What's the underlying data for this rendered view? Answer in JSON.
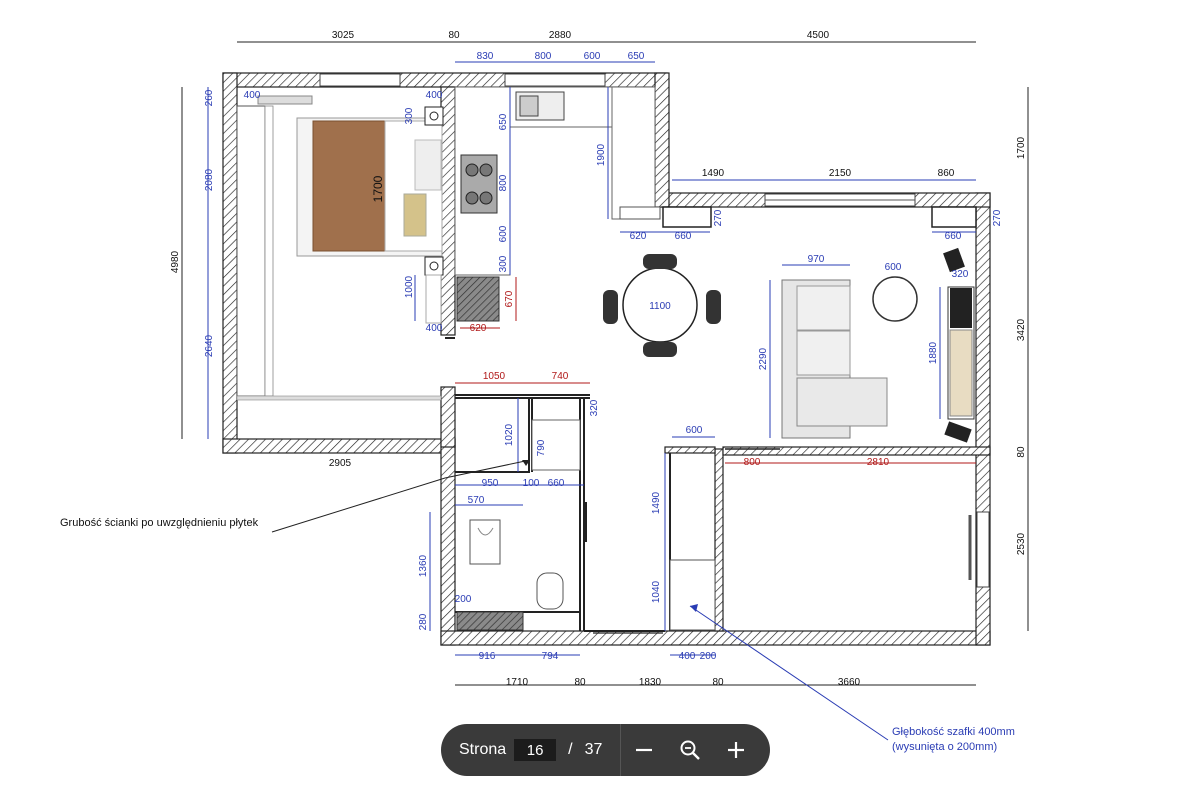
{
  "toolbar": {
    "page_label": "Strona",
    "page_current": "16",
    "separator": "/",
    "page_total": "37"
  },
  "annotations": {
    "wall_note": "Grubość ścianki po uwzględnieniu płytek",
    "cabinet_note_1": "Głębokość szafki 400mm",
    "cabinet_note_2": "(wysunięta o 200mm)"
  },
  "dims": {
    "top_3025": "3025",
    "top_80a": "80",
    "top_2880": "2880",
    "top_4500": "4500",
    "k_830": "830",
    "k_800": "800",
    "k_600": "600",
    "k_650": "650",
    "b_260": "260",
    "b_400a": "400",
    "b_400b": "400",
    "b_300a": "300",
    "b_1700": "1700",
    "b_2080": "2080",
    "b_4980": "4980",
    "k_650v": "650",
    "k_800v": "800",
    "k_600v": "600",
    "k_300v": "300",
    "k_1900": "1900",
    "r_1700": "1700",
    "w_1490": "1490",
    "w_2150": "2150",
    "w_860": "860",
    "c_270a": "270",
    "c_270b": "270",
    "c_620a": "620",
    "c_660a": "660",
    "c_660b": "660",
    "t_970": "970",
    "t_600": "600",
    "t_320": "320",
    "t_1100": "1100",
    "b_1000": "1000",
    "b_400c": "400",
    "k_670": "670",
    "k_620b": "620",
    "b_2640": "2640",
    "s_2290": "2290",
    "s_1880": "1880",
    "r_3420": "3420",
    "h_1050": "1050",
    "h_740": "740",
    "h_320": "320",
    "h_1020": "1020",
    "h_790": "790",
    "h_600": "600",
    "b_2905": "2905",
    "r_80": "80",
    "r_800": "800",
    "r_2810": "2810",
    "bt_950": "950",
    "bt_100": "100",
    "bt_660": "660",
    "bt_570": "570",
    "h_1490": "1490",
    "r_2530": "2530",
    "bt_1360": "1360",
    "h_1040": "1040",
    "bt_200": "200",
    "bt_280": "280",
    "bt_916": "916",
    "bt_794": "794",
    "h_400": "400",
    "h_200": "200",
    "bot_1710": "1710",
    "bot_80a": "80",
    "bot_1830": "1830",
    "bot_80b": "80",
    "bot_3660": "3660"
  }
}
